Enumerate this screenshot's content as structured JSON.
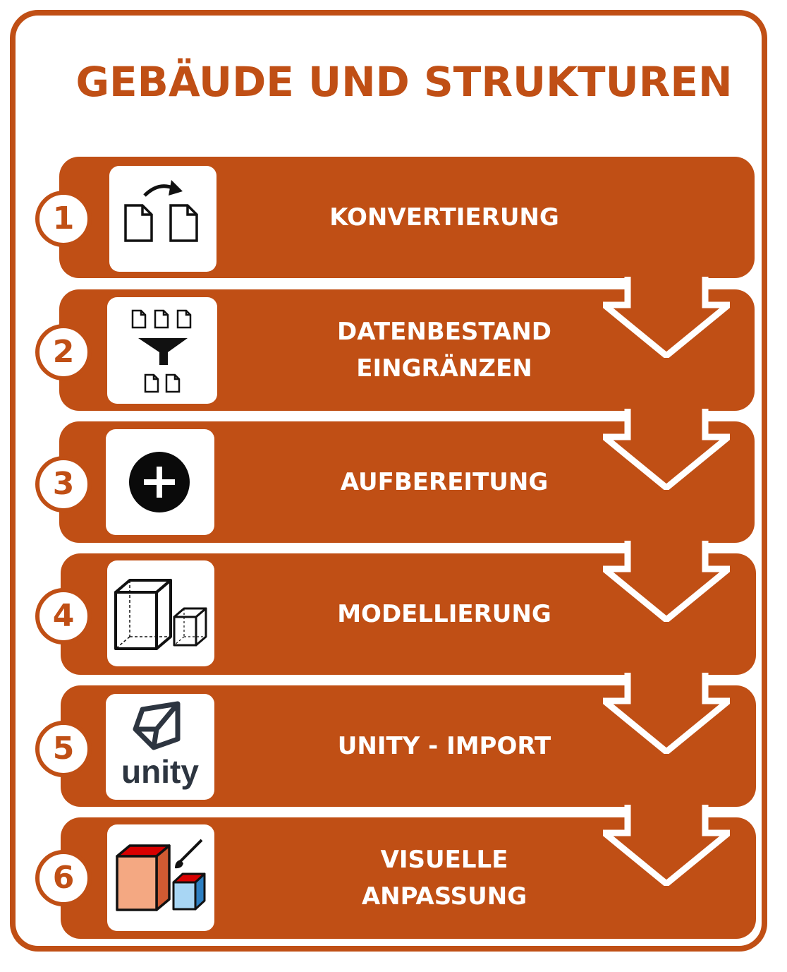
{
  "title": "GEBÄUDE UND STRUKTUREN",
  "steps": [
    {
      "number": "1",
      "lines": [
        "KONVERTIERUNG"
      ],
      "icon": "file-convert-icon"
    },
    {
      "number": "2",
      "lines": [
        "DATENBESTAND",
        "EINGRÄNZEN"
      ],
      "icon": "filter-files-icon"
    },
    {
      "number": "3",
      "lines": [
        "AUFBEREITUNG"
      ],
      "icon": "plus-circle-icon"
    },
    {
      "number": "4",
      "lines": [
        "MODELLIERUNG"
      ],
      "icon": "wireframe-boxes-icon"
    },
    {
      "number": "5",
      "lines": [
        "UNITY - IMPORT"
      ],
      "icon": "unity-logo-icon"
    },
    {
      "number": "6",
      "lines": [
        "VISUELLE",
        "ANPASSUNG"
      ],
      "icon": "painted-boxes-icon"
    }
  ],
  "unity_logo_text": "unity",
  "colors": {
    "accent": "#c04f15",
    "background": "#ffffff",
    "text_on_accent": "#ffffff"
  }
}
